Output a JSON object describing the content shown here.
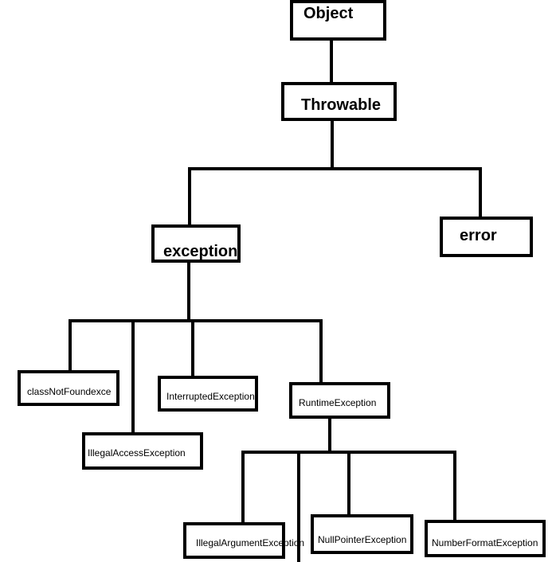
{
  "diagram": {
    "stroke_color": "#000000",
    "background": "#ffffff",
    "nodes": {
      "object": "Object",
      "throwable": "Throwable",
      "exception": "exception",
      "error": "error",
      "class_not_found": "classNotFoundexce",
      "illegal_access": "IllegalAccessException",
      "interrupted": "InterruptedException",
      "runtime": "RuntimeException",
      "illegal_argument": "IllegalArgumentException",
      "null_pointer": "NullPointerException",
      "number_format": "NumberFormatException"
    }
  }
}
